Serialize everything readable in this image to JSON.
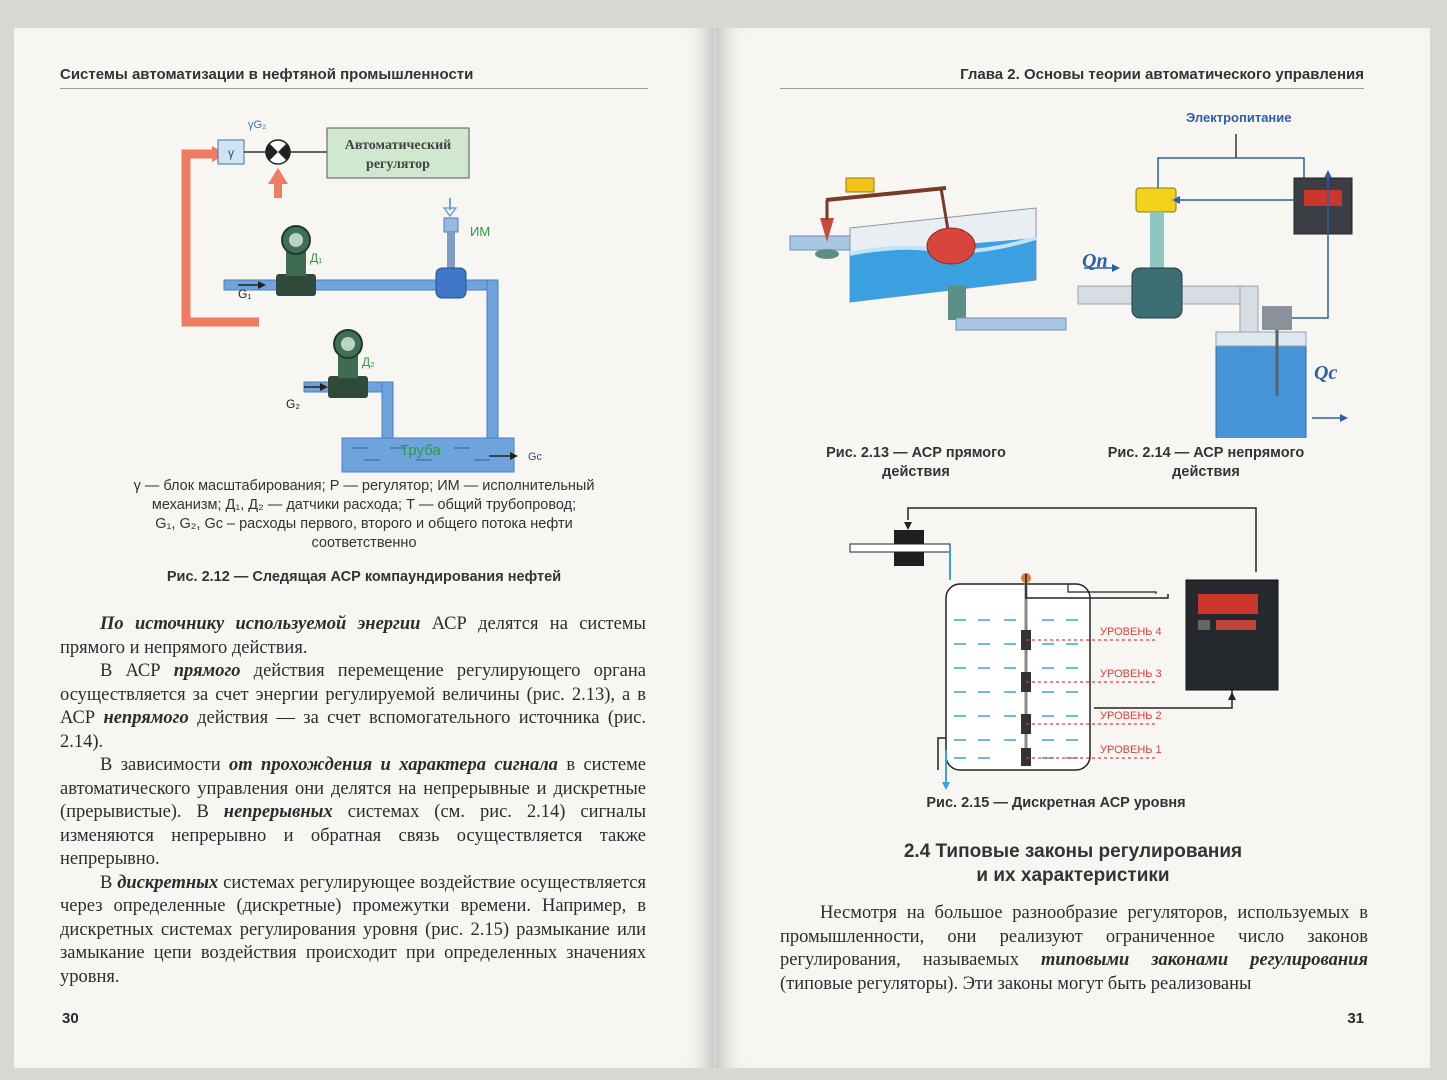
{
  "left_page": {
    "running_head": "Системы автоматизации в нефтяной промышленности",
    "page_number": "30",
    "fig212": {
      "label_gamma_g2": "γG₂",
      "label_gamma": "γ",
      "regulator_line1": "Автоматический",
      "regulator_line2": "регулятор",
      "label_im": "ИМ",
      "label_d1": "Д₁",
      "label_d2": "Д₂",
      "label_g1": "G₁",
      "label_g2": "G₂",
      "label_gc": "Gc",
      "label_pipe": "Труба",
      "legend_line1": "γ — блок масштабирования; Р — регулятор; ИМ — исполнительный",
      "legend_line2": "механизм; Д₁, Д₂ — датчики расхода; Т — общий трубопровод;",
      "legend_line3": "G₁, G₂, Gc – расходы первого, второго и общего потока нефти",
      "legend_line4": "соответственно",
      "caption": "Рис. 2.12 — Следящая АСР компаундирования нефтей"
    },
    "text": {
      "p1_em": "По источнику используемой энергии",
      "p1_rest": " АСР делятся на системы прямого и непрямого действия.",
      "p2_a": "В АСР ",
      "p2_em1": "прямого",
      "p2_b": " действия перемещение регулирующего органа осуществляется за счет энергии регулируемой величины (рис. 2.13), а в АСР ",
      "p2_em2": "непрямого",
      "p2_c": " действия — за счет вспомогательного источника (рис. 2.14).",
      "p3_a": "В зависимости ",
      "p3_em1": "от прохождения и характера сигнала",
      "p3_b": " в системе автоматического управления они делятся на непрерывные и дискретные (прерывистые). В ",
      "p3_em2": "непрерывных",
      "p3_c": " системах (см. рис. 2.14) сигналы изменяются непрерывно и обратная связь осуществляется также непрерывно.",
      "p4_a": "В ",
      "p4_em": "дискретных",
      "p4_b": " системах регулирующее воздействие осуществляется через определенные (дискретные) промежутки времени. Например, в дискретных системах регулирования уровня (рис. 2.15) размыкание или замыкание цепи воздействия происходит при определенных значениях уровня."
    }
  },
  "right_page": {
    "running_head": "Глава 2. Основы теории автоматического управления",
    "page_number": "31",
    "fig213_caption_line1": "Рис. 2.13 — АСР прямого",
    "fig213_caption_line2": "действия",
    "fig214": {
      "label_power": "Электропитание",
      "label_qn": "Qп",
      "label_qc": "Qc",
      "caption_line1": "Рис. 2.14 — АСР непрямого",
      "caption_line2": "действия"
    },
    "fig215": {
      "level4": "УРОВЕНЬ 4",
      "level3": "УРОВЕНЬ 3",
      "level2": "УРОВЕНЬ 2",
      "level1": "УРОВЕНЬ 1",
      "caption": "Рис. 2.15 — Дискретная  АСР уровня"
    },
    "section_title_line1": "2.4 Типовые законы регулирования",
    "section_title_line2": "и их характеристики",
    "text": {
      "p1_a": "Несмотря на большое разнообразие регуляторов, используемых в промышленности, они реализуют ограниченное число законов регулирования, называемых ",
      "p1_em": "типовыми законами регулирования",
      "p1_b": " (типовые регуляторы). Эти законы могут быть реализованы"
    }
  },
  "colors": {
    "pipe_blue": "#6fa3dc",
    "signal_red": "#f07b63",
    "regulator_green": "#cfe8cf",
    "pipe_label_green": "#2e9b3c",
    "level_red": "#e0403a",
    "header_blue": "#2c5fa8"
  }
}
